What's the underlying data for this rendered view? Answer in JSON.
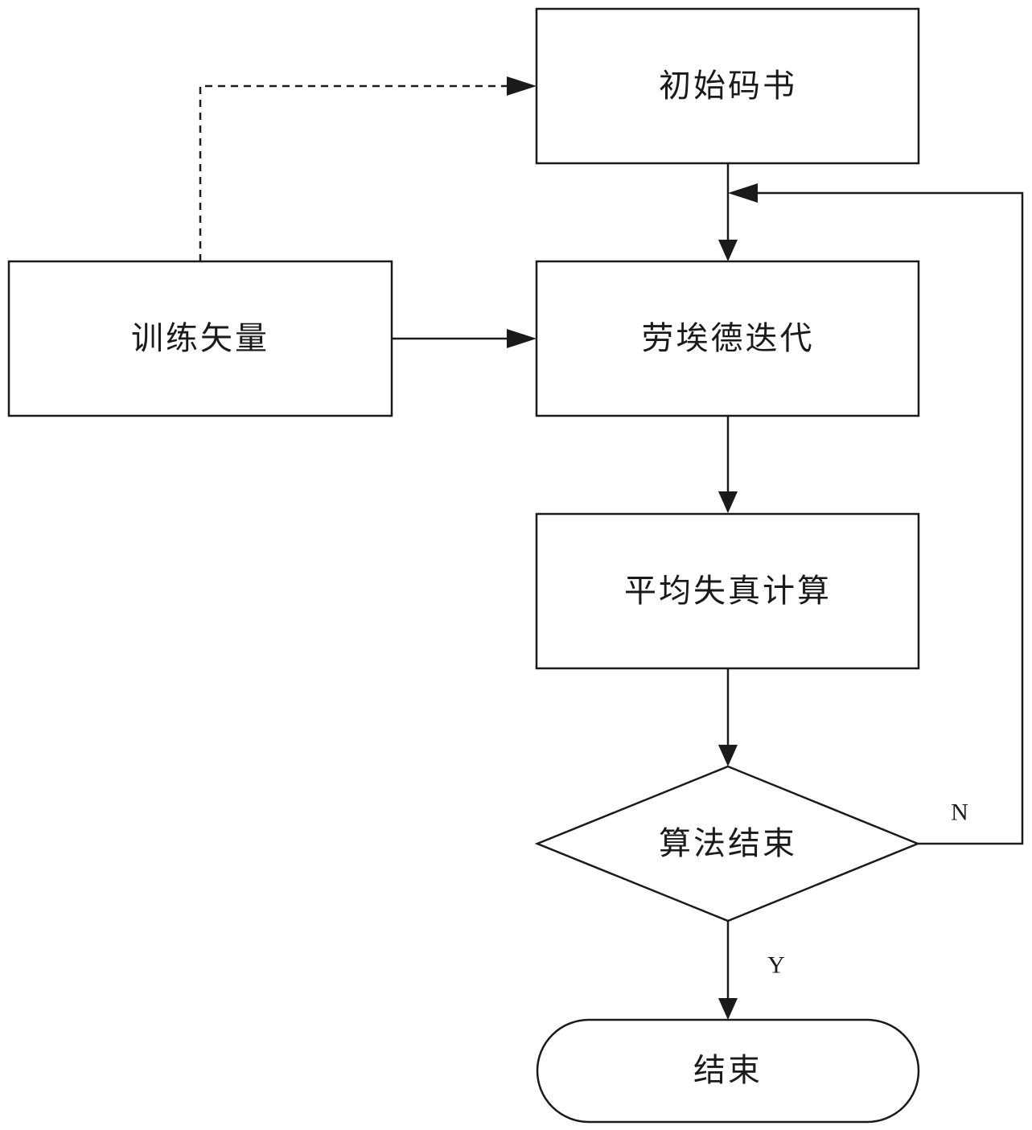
{
  "nodes": {
    "initial_codebook": "初始码书",
    "training_vectors": "训练矢量",
    "lloyd_iteration": "劳埃德迭代",
    "avg_distortion": "平均失真计算",
    "algorithm_end_decision": "算法结束",
    "end": "结束"
  },
  "edges": {
    "no_label": "N",
    "yes_label": "Y"
  },
  "colors": {
    "stroke": "#1a1a1a",
    "background": "#ffffff"
  }
}
